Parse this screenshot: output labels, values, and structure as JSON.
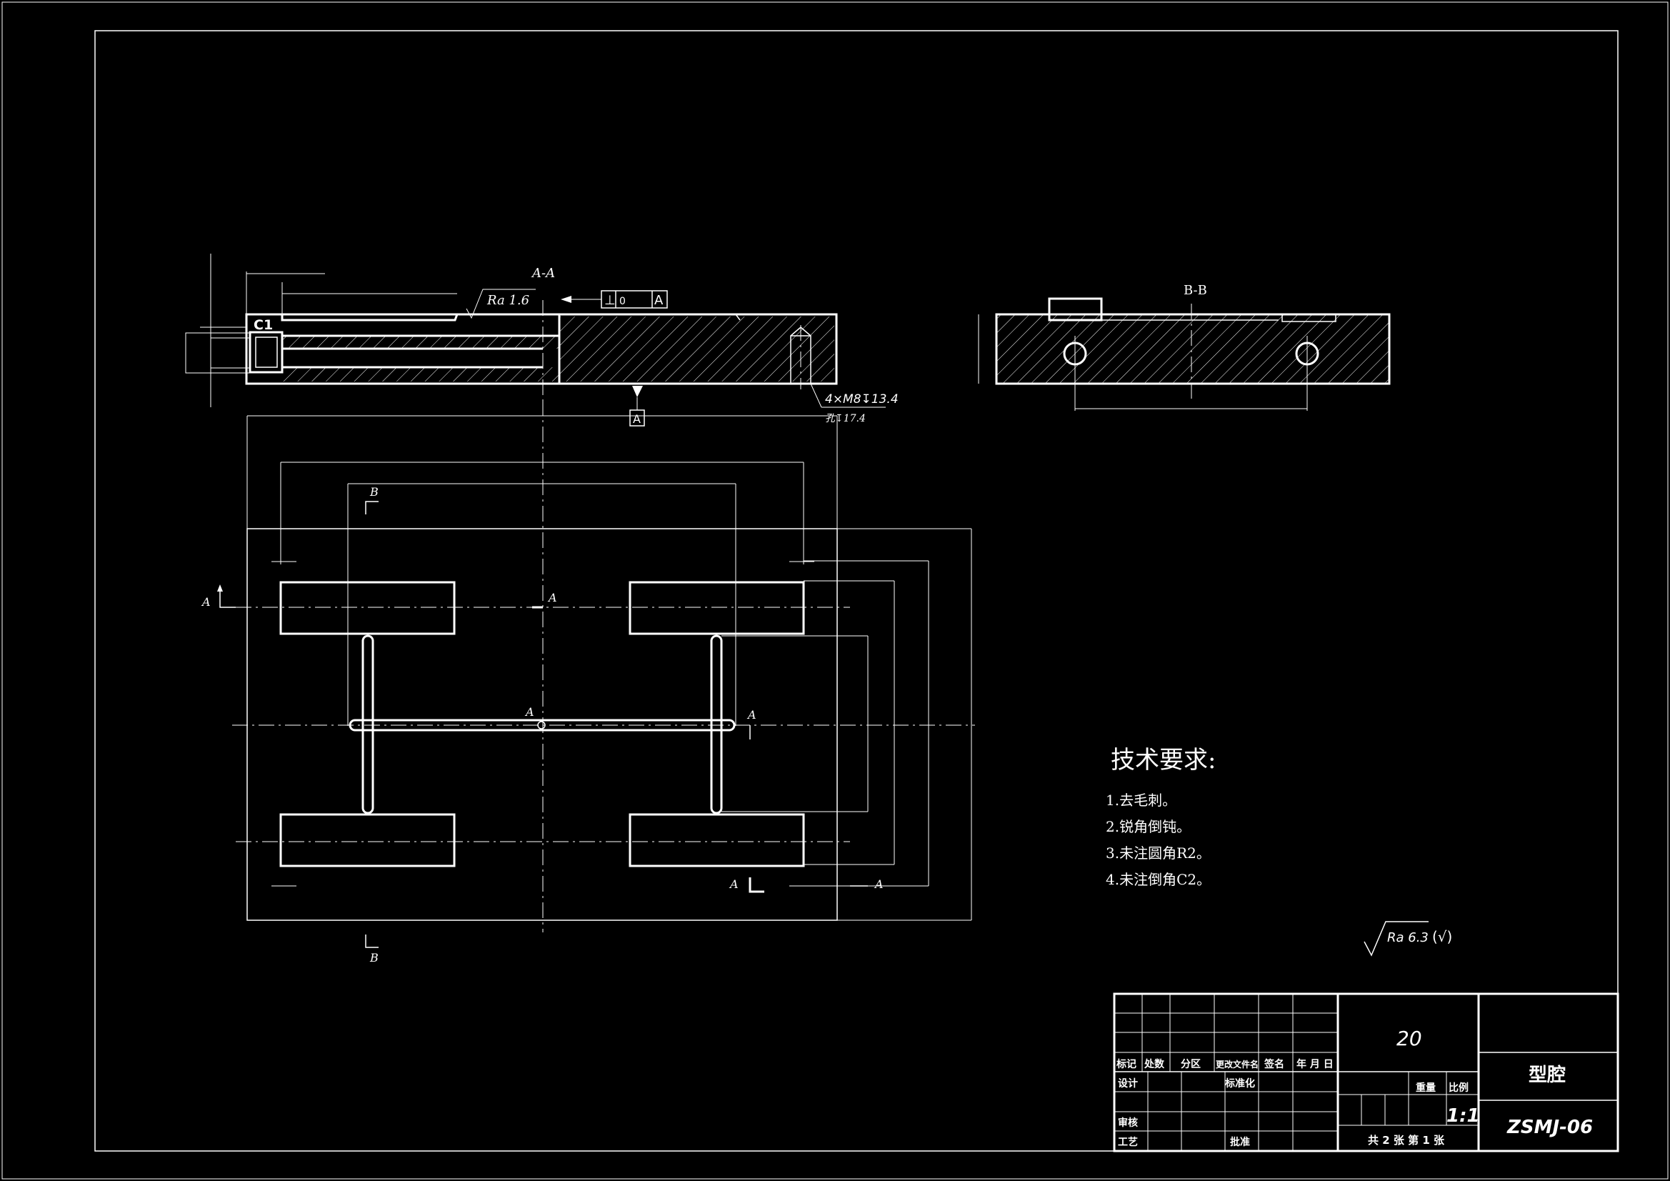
{
  "drawing": {
    "section_aa_label": "A-A",
    "section_bb_label": "B-B",
    "roughness_top": "Ra 1.6",
    "datum_letter": "A",
    "tolerance_symbol": "⊥",
    "tolerance_value": "0",
    "tolerance_datum": "A",
    "chamfer_label": "C1",
    "thread_callout": "4×M8↧13.4",
    "hole_callout": "孔↧17.4",
    "cut_a": "A",
    "cut_b": "B"
  },
  "tech": {
    "title": "技术要求:",
    "items": [
      "1.去毛刺。",
      "2.锐角倒钝。",
      "3.未注圆角R2。",
      "4.未注倒角C2。"
    ]
  },
  "roughness_general": {
    "value": "Ra 6.3",
    "suffix": "(√)"
  },
  "title_block": {
    "material": "20",
    "part_name": "型腔",
    "drawing_no": "ZSMJ-06",
    "scale": "1:1",
    "sheets": "共 2 张  第 1 张",
    "headers": [
      "标记",
      "处数",
      "分区",
      "更改文件名",
      "签名",
      "年 月 日"
    ],
    "row_design": "设计",
    "row_standard": "标准化",
    "row_check": "审核",
    "row_process": "工艺",
    "row_approve": "批准",
    "weight_label": "重量",
    "scale_label": "比例"
  }
}
